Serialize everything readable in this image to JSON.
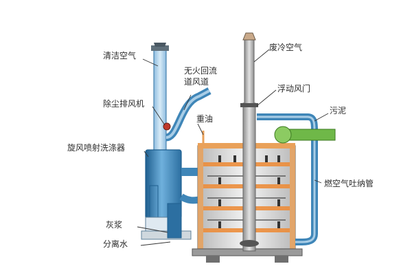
{
  "colors": {
    "duct_blue": "#3f86b8",
    "duct_blue_light": "#a9cde6",
    "duct_blue_dark": "#1f5f8f",
    "vessel_orange": "#e9a15a",
    "stack_gray": "#9a9a9a",
    "fluid_green": "#6fb848",
    "line_color": "#333333",
    "background": "#ffffff"
  },
  "labels": {
    "clean_air": "清洁空气",
    "exhaust_fan": "除尘排风机",
    "no_fire_duct": [
      "无火回流",
      "道风道"
    ],
    "fuel_oil": "重油",
    "cyclone_washer": "旋风喷射洗涤器",
    "ash_slurry": "灰浆",
    "drain_water": "分离水",
    "waste_cold_air": "废冷空气",
    "floating_damper": "浮动风门",
    "sludge": "污泥",
    "cooling_air_inlet": "燃空气吐纳管"
  }
}
